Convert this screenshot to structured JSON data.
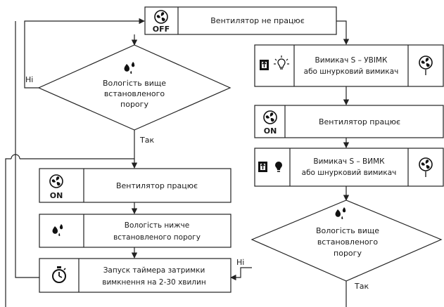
{
  "nodes": {
    "fan_off": {
      "text": "Вентилятор не працює",
      "icon_label": "OFF",
      "icon": "fan-off-icon"
    },
    "switch_on": {
      "line1": "Вимикач S – УВІМК",
      "line2": "або шнурковий вимикач",
      "icons": [
        "switch-icon",
        "lamp-on-icon",
        "fan-pull-icon"
      ]
    },
    "fan_on_right": {
      "text": "Вентилятор працює",
      "icon_label": "ON",
      "icon": "fan-on-icon"
    },
    "switch_off": {
      "line1": "Вимикач S – ВИМК",
      "line2": "або шнурковий вимикач",
      "icons": [
        "switch-icon",
        "lamp-off-icon",
        "fan-pull-icon"
      ]
    },
    "decision_top": {
      "line1": "Вологість вище",
      "line2": "встановленого",
      "line3": "порогу",
      "icon": "humidity-icon"
    },
    "fan_on_left": {
      "text": "Вентилятор працює",
      "icon_label": "ON",
      "icon": "fan-on-icon"
    },
    "humidity_below": {
      "line1": "Вологість нижче",
      "line2": "встановленого порогу",
      "icon": "humidity-icon"
    },
    "timer": {
      "line1": "Запуск таймера затримки",
      "line2": "вимкнення на 2-30 хвилин",
      "icon": "timer-icon"
    },
    "decision_bottom": {
      "line1": "Вологість вище",
      "line2": "встановленого",
      "line3": "порогу",
      "icon": "humidity-icon"
    }
  },
  "edges": {
    "top_no": "Ні",
    "top_yes": "Так",
    "bottom_no": "Ні",
    "bottom_yes": "Так"
  }
}
